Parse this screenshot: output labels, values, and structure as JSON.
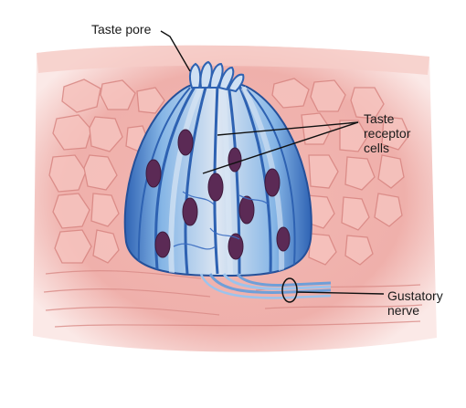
{
  "labels": {
    "taste_pore": "Taste pore",
    "taste_receptor_cells": [
      "Taste",
      "receptor",
      "cells"
    ],
    "gustatory_nerve": [
      "Gustatory",
      "nerve"
    ]
  },
  "colors": {
    "tissue": "#eea9a6",
    "tissue_light": "#f7cfcb",
    "cell_outline": "#d98683",
    "bud_blue": "#7fb1e3",
    "bud_dark_blue": "#2d5fb0",
    "bud_light": "#dfe6f1",
    "nucleus": "#5a2b54",
    "nerve": "#8fb7e4",
    "leader_line": "#111111"
  }
}
